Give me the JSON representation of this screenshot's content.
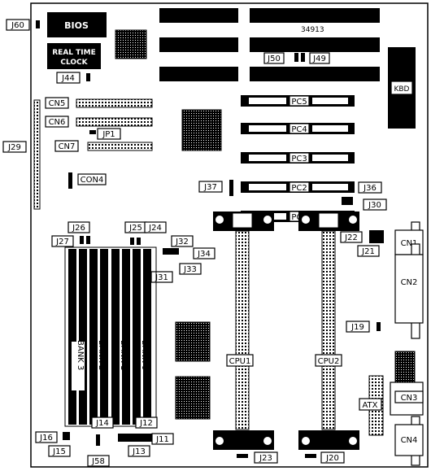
{
  "board": {
    "id_number": "34913",
    "chips": {
      "bios": "BIOS",
      "rtc_line1": "REAL TIME",
      "rtc_line2": "CLOCK"
    },
    "keyboard": "KBD",
    "atx": "ATX",
    "cpu1": "CPU1",
    "cpu2": "CPU2",
    "banks": [
      "BANK 3",
      "BANK 2",
      "BANK 1",
      "BANK 0"
    ],
    "pci_slots": [
      "PC5",
      "PC4",
      "PC3",
      "PC2",
      "PC1"
    ],
    "connectors": {
      "cn1": "CN1",
      "cn2": "CN2",
      "cn3": "CN3",
      "cn4": "CN4",
      "cn5": "CN5",
      "cn6": "CN6",
      "cn7": "CN7",
      "con4": "CON4",
      "jp1": "JP1"
    },
    "jumpers": {
      "j11": "J11",
      "j12": "J12",
      "j13": "J13",
      "j14": "J14",
      "j15": "J15",
      "j16": "J16",
      "j19": "J19",
      "j20": "J20",
      "j21": "J21",
      "j22": "J22",
      "j23": "J23",
      "j24": "J24",
      "j25": "J25",
      "j26": "J26",
      "j27": "J27",
      "j29": "J29",
      "j30": "J30",
      "j31": "J31",
      "j32": "J32",
      "j33": "J33",
      "j34": "J34",
      "j36": "J36",
      "j37": "J37",
      "j44": "J44",
      "j49": "J49",
      "j50": "J50",
      "j58": "J58",
      "j60": "J60"
    }
  }
}
